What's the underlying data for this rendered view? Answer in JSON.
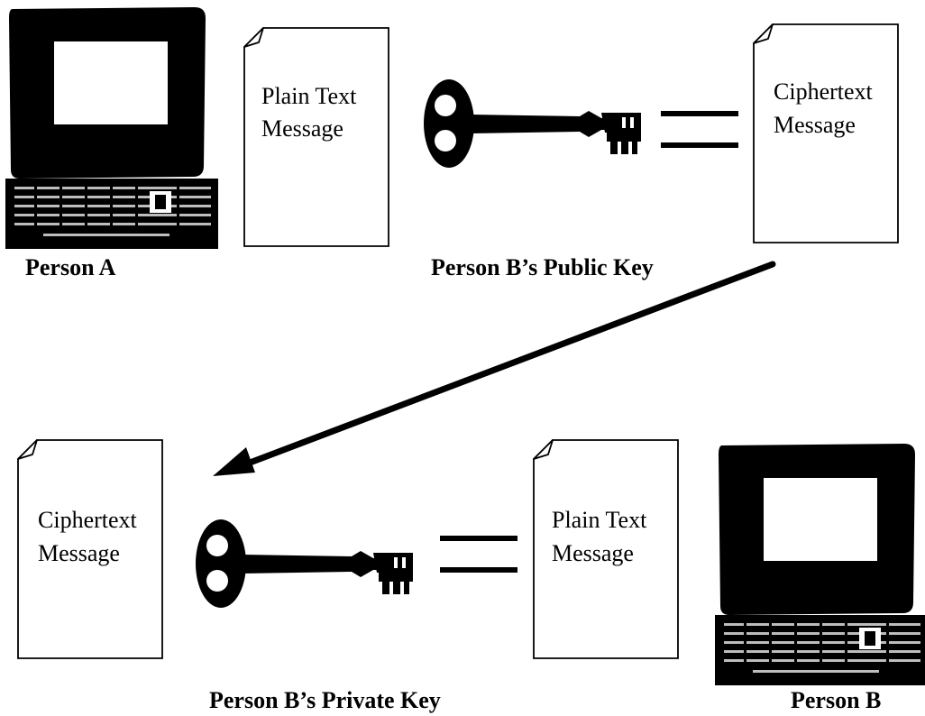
{
  "top_row": {
    "person_label": "Person A",
    "document_left": {
      "line1": "Plain Text",
      "line2": "Message"
    },
    "key_label": "Person B’s Public Key",
    "document_right": {
      "line1": "Ciphertext",
      "line2": "Message"
    }
  },
  "bottom_row": {
    "document_left": {
      "line1": "Ciphertext",
      "line2": "Message"
    },
    "key_label": "Person B’s Private Key",
    "document_right": {
      "line1": "Plain Text",
      "line2": "Message"
    },
    "person_label": "Person B"
  },
  "colors": {
    "ink": "#000000",
    "paper": "#ffffff",
    "screen": "#ffffff"
  }
}
